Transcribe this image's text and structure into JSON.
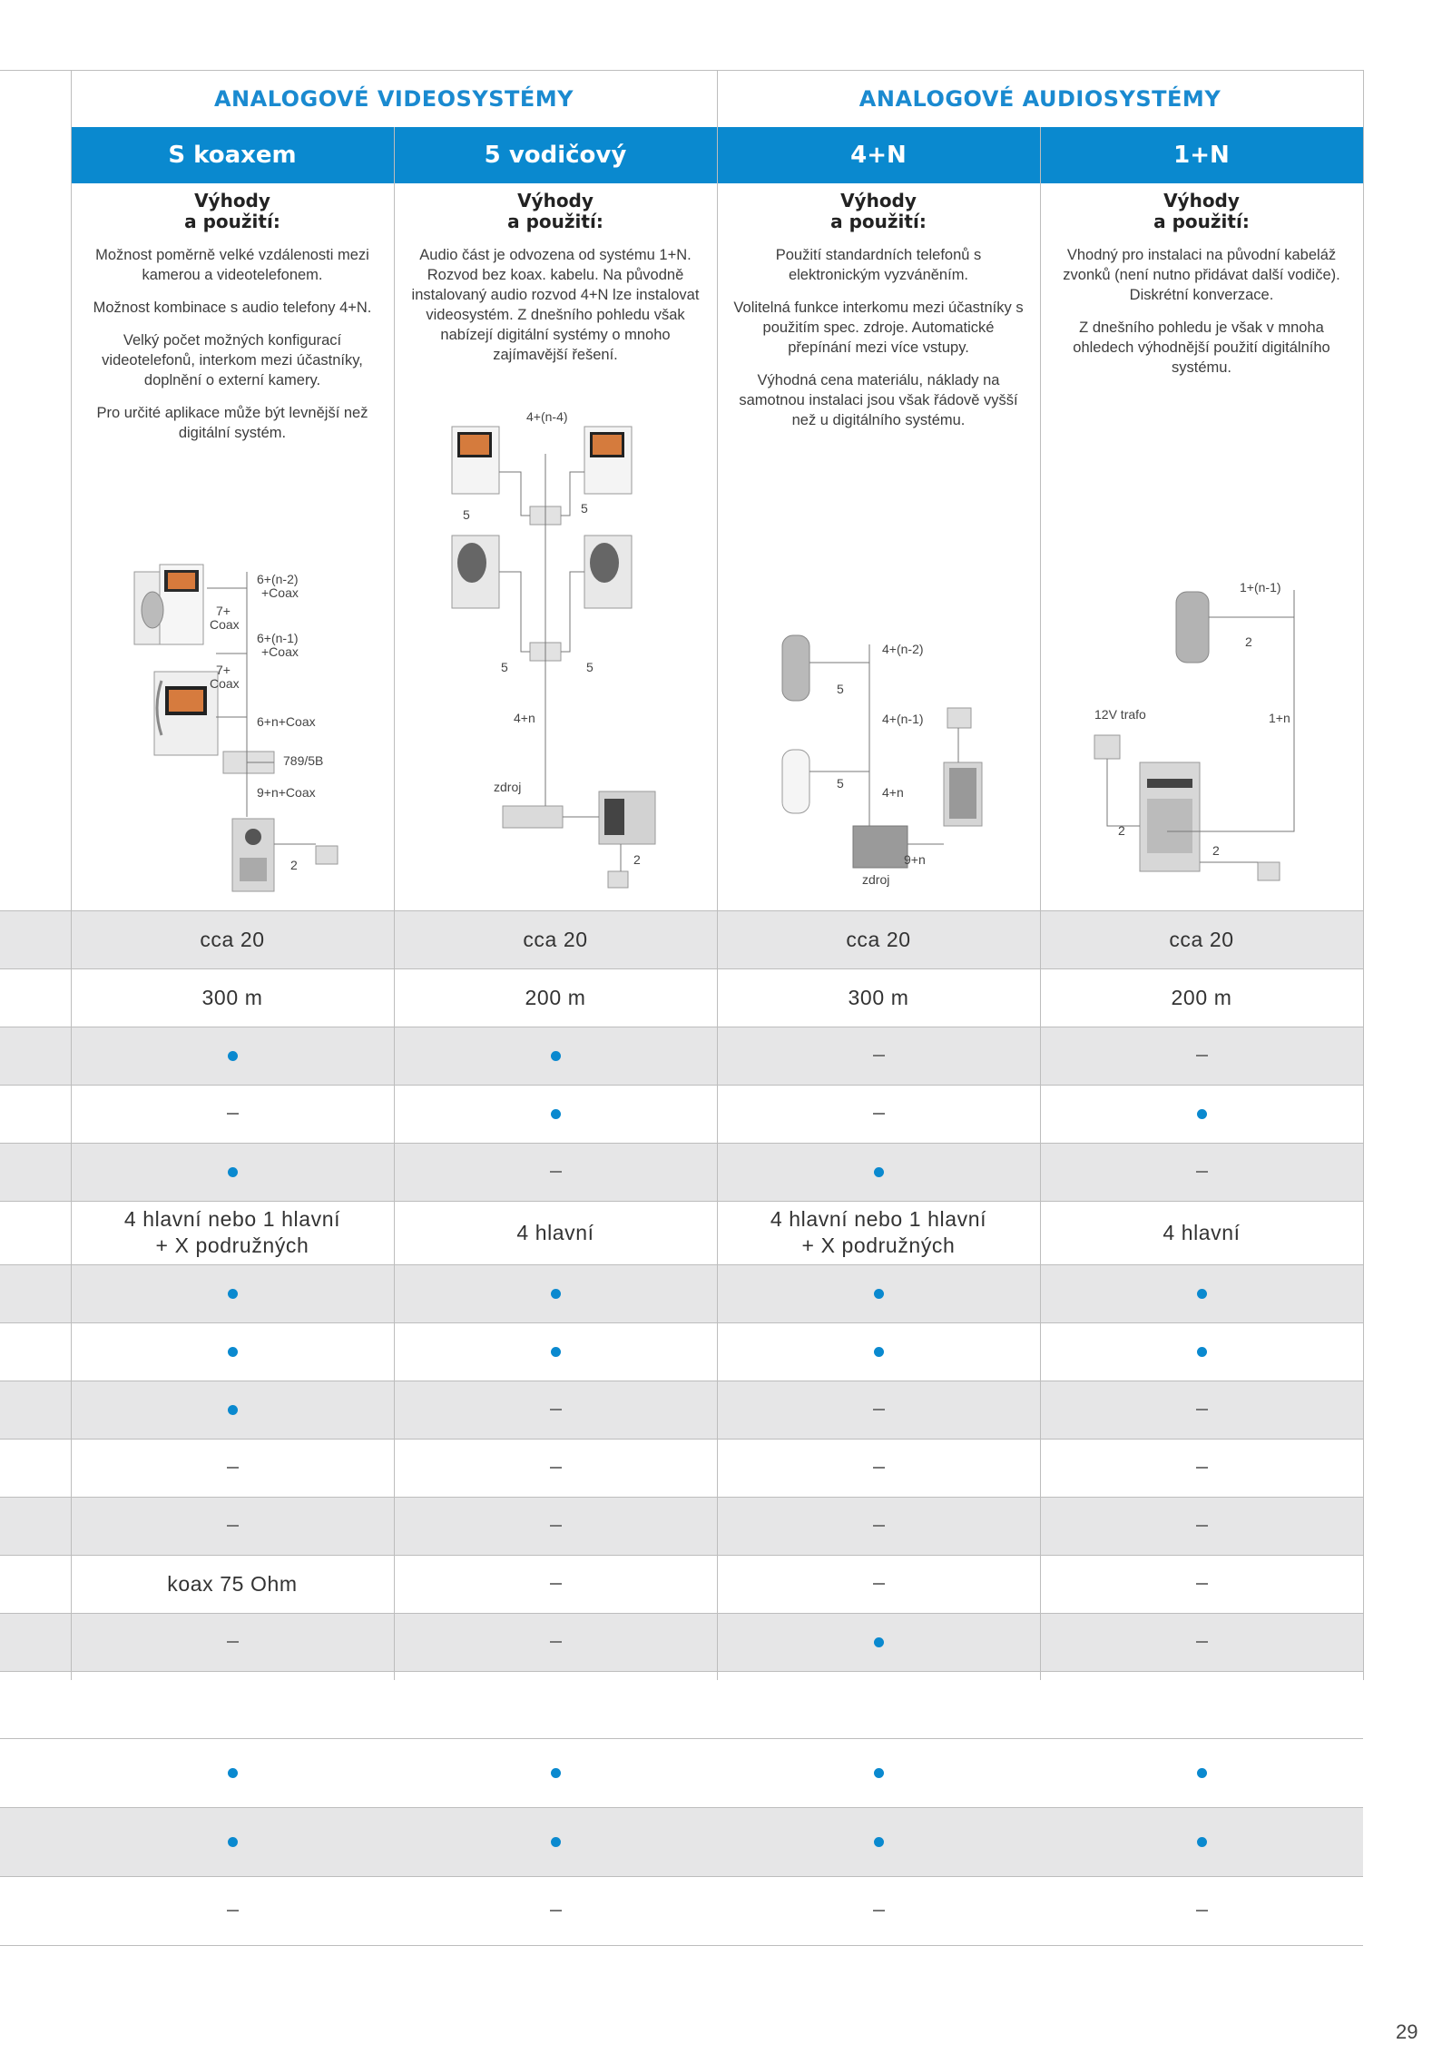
{
  "groups": {
    "video": "ANALOGOVÉ VIDEOSYSTÉMY",
    "audio": "ANALOGOVÉ AUDIOSYSTÉMY"
  },
  "columns": [
    {
      "header": "S koaxem",
      "title": "Výhody\na použití:",
      "paragraphs": [
        "Možnost poměrně velké vzdálenosti mezi kamerou a videotelefonem.",
        "Možnost kombinace s audio telefony 4+N.",
        "Velký počet možných konfigurací videotelefonů, interkom mezi účastníky, doplnění o externí kamery.",
        "Pro určité aplikace může být levnější než digitální systém."
      ],
      "diagram_labels": [
        "6+(n-2)",
        "+Coax",
        "7+",
        "Coax",
        "6+(n-1)",
        "+Coax",
        "7+",
        "Coax",
        "6+n+Coax",
        "789/5B",
        "9+n+Coax",
        "2"
      ]
    },
    {
      "header": "5 vodičový",
      "title": "Výhody\na použití:",
      "paragraphs": [
        "Audio část je odvozena od systému 1+N. Rozvod bez koax. kabelu. Na původně instalovaný audio rozvod 4+N lze instalovat videosystém. Z dnešního pohledu však nabízejí digitální systémy o mnoho zajímavější řešení."
      ],
      "diagram_labels": [
        "4+(n-4)",
        "5",
        "5",
        "5",
        "5",
        "4+n",
        "zdroj",
        "2"
      ]
    },
    {
      "header": "4+N",
      "title": "Výhody\na použití:",
      "paragraphs": [
        "Použití standardních telefonů s elektronickým vyzváněním.",
        "Volitelná funkce interkomu mezi účastníky s použitím spec. zdroje. Automatické přepínání mezi více vstupy.",
        "Výhodná cena materiálu, náklady na samotnou instalaci jsou však řádově vyšší než u digitálního systému."
      ],
      "diagram_labels": [
        "4+(n-2)",
        "5",
        "4+(n-1)",
        "5",
        "4+n",
        "9+n",
        "zdroj"
      ]
    },
    {
      "header": "1+N",
      "title": "Výhody\na použití:",
      "paragraphs": [
        "Vhodný pro instalaci na původní kabeláž zvonků (není nutno přidávat další vodiče). Diskrétní konverzace.",
        "Z dnešního pohledu je však v mnoha ohledech výhodnější použití digitálního systému."
      ],
      "diagram_labels": [
        "1+(n-1)",
        "2",
        "12V trafo",
        "1+n",
        "2",
        "2"
      ]
    }
  ],
  "rows": [
    {
      "shaded": true,
      "values": [
        "cca 20",
        "cca 20",
        "cca 20",
        "cca 20"
      ]
    },
    {
      "shaded": false,
      "values": [
        "300 m",
        "200 m",
        "300 m",
        "200 m"
      ]
    },
    {
      "shaded": true,
      "values": [
        "•",
        "•",
        "–",
        "–"
      ]
    },
    {
      "shaded": false,
      "values": [
        "–",
        "•",
        "–",
        "•"
      ]
    },
    {
      "shaded": true,
      "values": [
        "•",
        "–",
        "•",
        "–"
      ]
    },
    {
      "shaded": false,
      "values": [
        "4 hlavní nebo 1 hlavní\n+ X podružných",
        "4 hlavní",
        "4 hlavní nebo 1 hlavní\n+ X podružných",
        "4 hlavní"
      ]
    },
    {
      "shaded": true,
      "values": [
        "•",
        "•",
        "•",
        "•"
      ]
    },
    {
      "shaded": false,
      "values": [
        "•",
        "•",
        "•",
        "•"
      ]
    },
    {
      "shaded": true,
      "values": [
        "•",
        "–",
        "–",
        "–"
      ]
    },
    {
      "shaded": false,
      "values": [
        "–",
        "–",
        "–",
        "–"
      ]
    },
    {
      "shaded": true,
      "values": [
        "–",
        "–",
        "–",
        "–"
      ]
    },
    {
      "shaded": false,
      "values": [
        "koax 75 Ohm",
        "–",
        "–",
        "–"
      ]
    },
    {
      "shaded": true,
      "values": [
        "–",
        "–",
        "•",
        "–"
      ]
    }
  ],
  "rows2": [
    {
      "shaded": false,
      "values": [
        "•",
        "•",
        "•",
        "•"
      ]
    },
    {
      "shaded": true,
      "values": [
        "•",
        "•",
        "•",
        "•"
      ]
    },
    {
      "shaded": false,
      "values": [
        "–",
        "–",
        "–",
        "–"
      ]
    }
  ],
  "page_number": "29",
  "colors": {
    "accent": "#0a89cf",
    "shade": "#e6e6e7",
    "grid": "#bdbdbd"
  }
}
